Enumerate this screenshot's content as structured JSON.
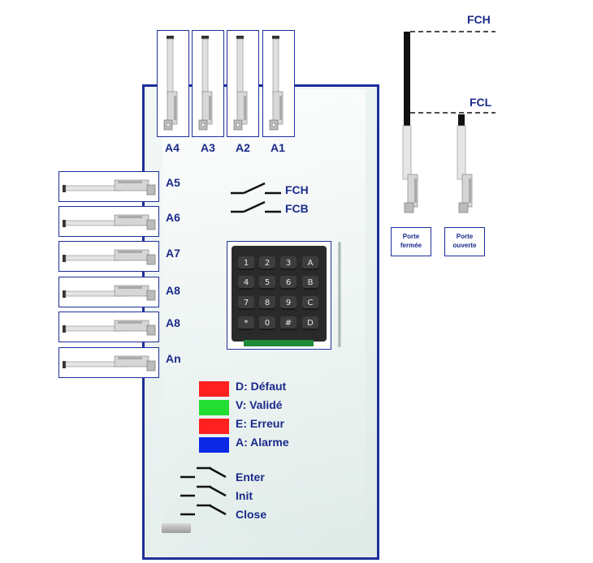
{
  "colors": {
    "frame": "#1d2f9a",
    "label": "#1a2a8a",
    "defaut": "#ff2020",
    "valide": "#22dd33",
    "erreur": "#ff2020",
    "alarme": "#0a28e6"
  },
  "top_actuators": [
    {
      "label": "A4"
    },
    {
      "label": "A3"
    },
    {
      "label": "A2"
    },
    {
      "label": "A1"
    }
  ],
  "side_actuators": [
    {
      "label": "A5"
    },
    {
      "label": "A6"
    },
    {
      "label": "A7"
    },
    {
      "label": "A8"
    },
    {
      "label": "A8"
    },
    {
      "label": "An"
    }
  ],
  "door_switches": [
    {
      "label": "FCH"
    },
    {
      "label": "FCB"
    }
  ],
  "keypad": {
    "keys": [
      "1",
      "2",
      "3",
      "A",
      "4",
      "5",
      "6",
      "B",
      "7",
      "8",
      "9",
      "C",
      "*",
      "0",
      "#",
      "D"
    ]
  },
  "legend": [
    {
      "color": "#ff2020",
      "text": "D: Défaut"
    },
    {
      "color": "#22dd33",
      "text": "V: Validé"
    },
    {
      "color": "#ff2020",
      "text": "E: Erreur"
    },
    {
      "color": "#0a28e6",
      "text": "A: Alarme"
    }
  ],
  "buttons": [
    {
      "label": "Enter"
    },
    {
      "label": "Init"
    },
    {
      "label": "Close"
    }
  ],
  "limits": {
    "top_label": "FCH",
    "low_label": "FCL"
  },
  "porte_states": [
    {
      "line1": "Porte",
      "line2": "fermée"
    },
    {
      "line1": "Porte",
      "line2": "ouverte"
    }
  ]
}
